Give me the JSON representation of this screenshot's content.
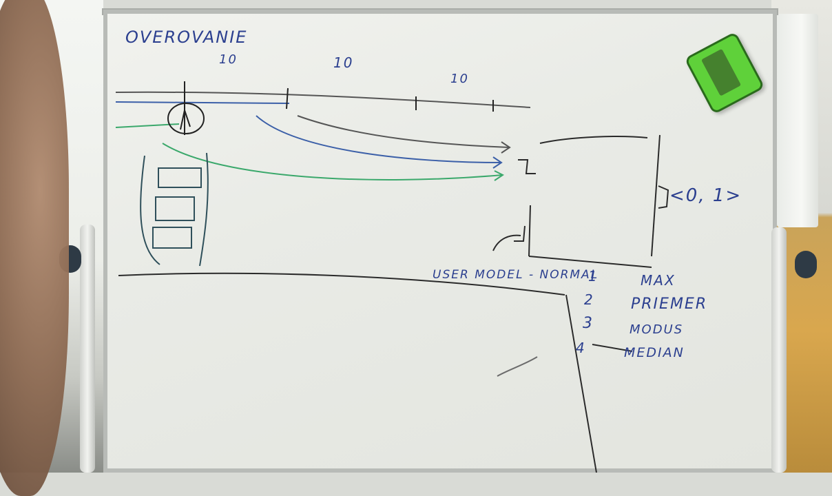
{
  "whiteboard": {
    "title": "OVEROVANIE",
    "ticks": [
      "10",
      "10",
      "10"
    ],
    "interval": "<0, 1>",
    "user_model_label": "USER MODEL - NORMAL",
    "list_numbers": [
      "1",
      "2",
      "3",
      "4"
    ],
    "list_items": [
      "MAX",
      "PRIEMER",
      "MODUS",
      "MEDIAN"
    ]
  },
  "colors": {
    "board": "#eceee9",
    "ink_blue": "#2b3f8f",
    "ink_black": "#2a2a2a",
    "ink_green": "#3aa86b",
    "eraser_green": "#5fd13a"
  },
  "icons": [
    "eraser-icon"
  ]
}
